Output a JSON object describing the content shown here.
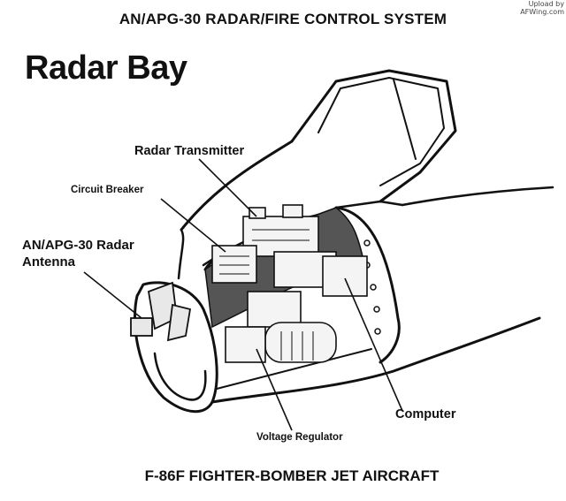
{
  "header": {
    "title": "AN/APG-30 RADAR/FIRE CONTROL SYSTEM",
    "heading": "Radar Bay"
  },
  "watermark": {
    "line1": "Upload by",
    "line2": "AFWing.com"
  },
  "labels": {
    "radar_transmitter": "Radar Transmitter",
    "circuit_breaker": "Circuit Breaker",
    "antenna_line1": "AN/APG-30 Radar",
    "antenna_line2": "Antenna",
    "computer": "Computer",
    "voltage_regulator": "Voltage Regulator"
  },
  "footer": {
    "caption": "F-86F FIGHTER-BOMBER JET AIRCRAFT"
  }
}
